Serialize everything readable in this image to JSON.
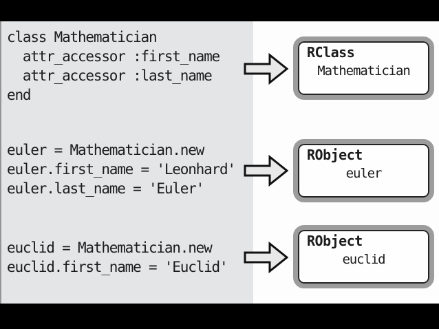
{
  "colors": {
    "letterbox_bar": "#000000",
    "page_bg": "#fdfdfd",
    "code_panel_bg": "#e4e5e7",
    "box_fill": "#fefefe",
    "box_outer_border": "#9c9c9c",
    "box_inner_line": "#232323",
    "arrow_fill": "#e8e8e8",
    "arrow_outline": "#111111",
    "text": "#1b1b1b"
  },
  "sections": [
    {
      "code_lines": [
        "class Mathematician",
        "  attr_accessor :first_name",
        "  attr_accessor :last_name",
        "end"
      ],
      "arrow_icon": "block-arrow-right",
      "box": {
        "title": "RClass",
        "value": "Mathematician"
      }
    },
    {
      "code_lines": [
        "euler = Mathematician.new",
        "euler.first_name = 'Leonhard'",
        "euler.last_name = 'Euler'"
      ],
      "arrow_icon": "block-arrow-right",
      "box": {
        "title": "RObject",
        "value": "euler"
      }
    },
    {
      "code_lines": [
        "euclid = Mathematician.new",
        "euclid.first_name = 'Euclid'"
      ],
      "arrow_icon": "block-arrow-right",
      "box": {
        "title": "RObject",
        "value": "euclid"
      }
    }
  ]
}
